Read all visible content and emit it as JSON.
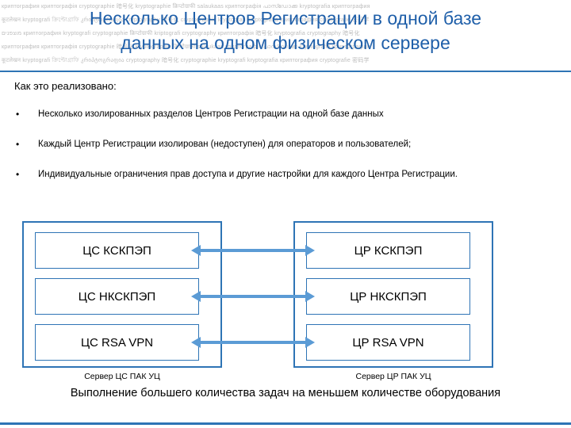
{
  "watermark": {
    "lines": [
      "криптография  криптографія  cryptographie  暗号化  kryptographie  क्रिप्टोग्राफी  salaukaas  криптографія  പാസ്ഡോക്ക  kryptografia  криптография",
      "कूटलेखन  kryptografi  ক্রিপ্টোগ্রাফি  კრიპტოგრაფია  cryptography  暗号化  cryptographie  kryptografi  kryptografia  криптография  cryptografie  密码学",
      "מוצפנים  криптография  kryptografi  cryptographie  क्रिप्टोग्राफी  kriptografi  cryptography  криптографія  暗号化  kryptografia  cryptography  暗号化"
    ]
  },
  "title": {
    "line1": "Несколько Центров Регистрации в одной базе",
    "line2": "данных на одном физическом сервере"
  },
  "body": {
    "lead": "Как это реализовано:",
    "bullets": [
      "Несколько изолированных разделов Центров Регистрации на одной базе данных",
      "Каждый Центр Регистрации изолирован (недоступен) для операторов и пользователей;",
      "Индивидуальные ограничения прав доступа и другие настройки для каждого Центра Регистрации."
    ]
  },
  "diagram": {
    "left": {
      "caption": "Сервер ЦС ПАК УЦ",
      "nodes": [
        "ЦС КСКПЭП",
        "ЦС НКСКПЭП",
        "ЦС RSA VPN"
      ]
    },
    "right": {
      "caption": "Сервер ЦР ПАК УЦ",
      "nodes": [
        "ЦР КСКПЭП",
        "ЦР НКСКПЭП",
        "ЦР RSA VPN"
      ]
    },
    "arrow_count": 3
  },
  "footer": "Выполнение большего количества задач на меньшем количестве оборудования",
  "colors": {
    "accent": "#2e74b5",
    "arrow": "#5b9bd5",
    "title": "#1f5fa9",
    "watermark": "#bdbdbd"
  }
}
